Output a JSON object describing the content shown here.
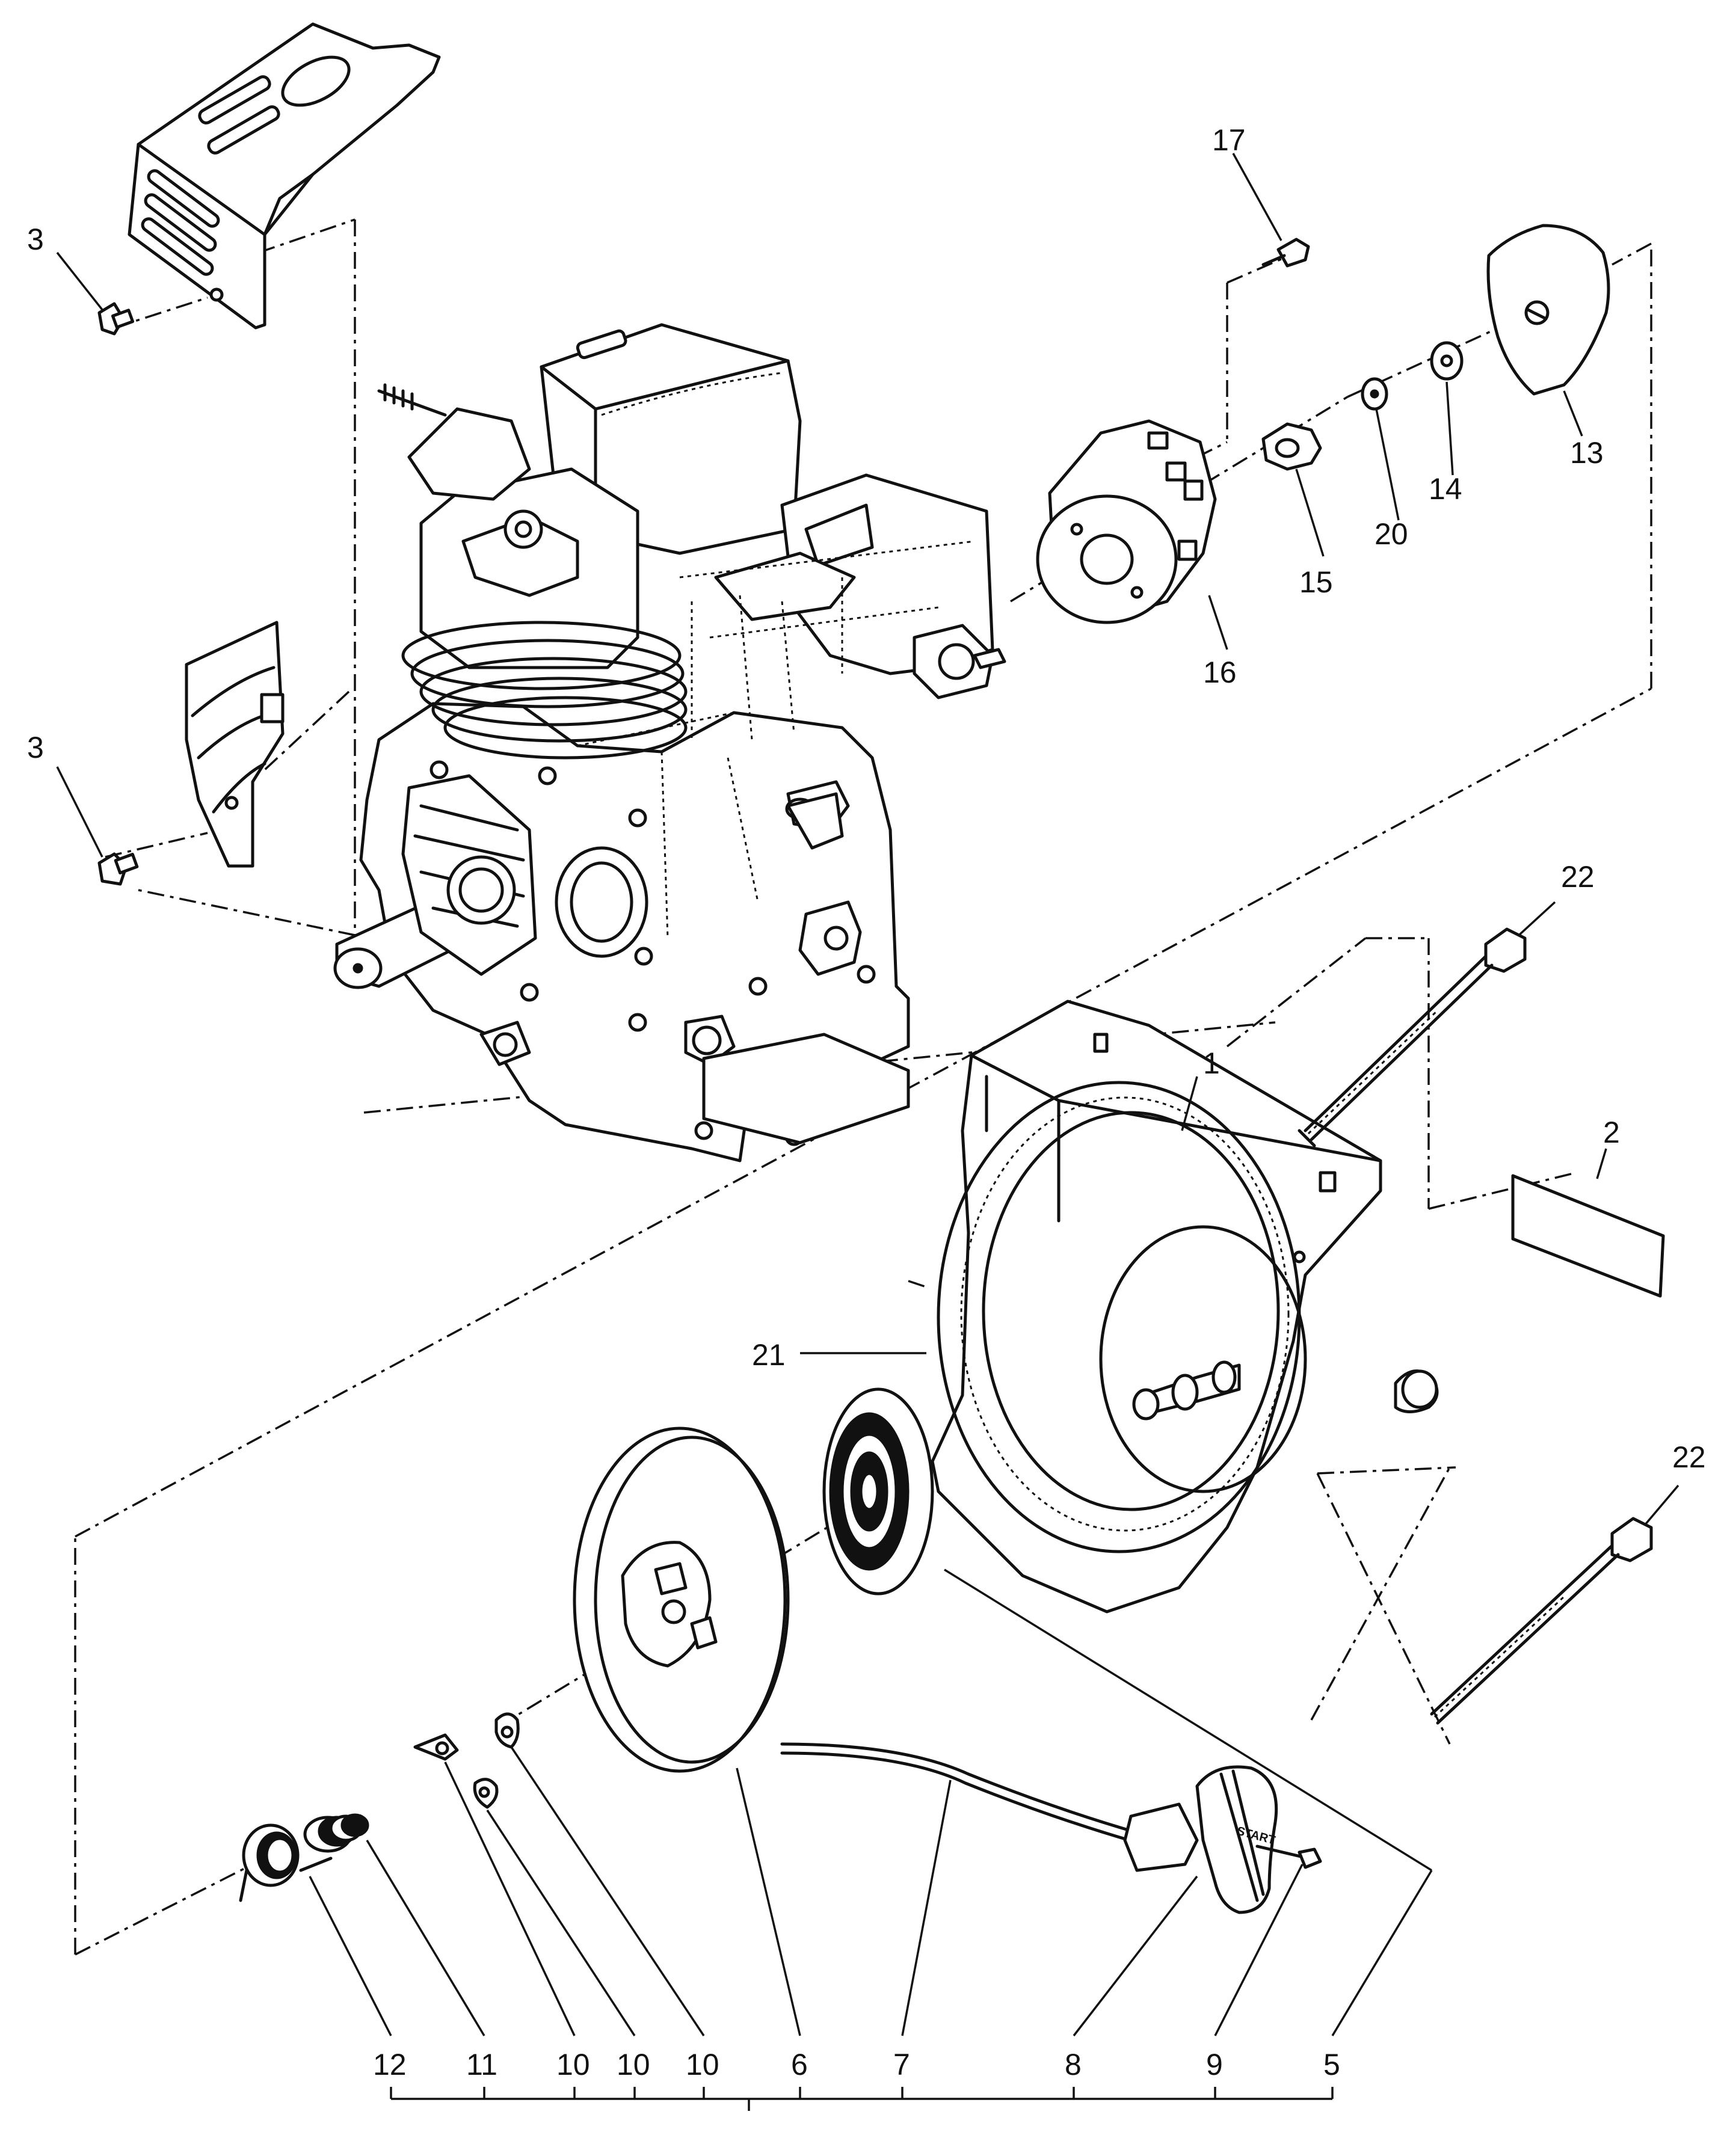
{
  "diagram": {
    "callouts": {
      "c1": "1",
      "c2": "2",
      "c3a": "3",
      "c3b": "3",
      "c5": "5",
      "c6": "6",
      "c7": "7",
      "c8": "8",
      "c9": "9",
      "c10a": "10",
      "c10b": "10",
      "c10c": "10",
      "c11": "11",
      "c12": "12",
      "c13": "13",
      "c14": "14",
      "c15": "15",
      "c16": "16",
      "c17": "17",
      "c20": "20",
      "c21": "21",
      "c22a": "22",
      "c22b": "22"
    },
    "handle_text": "START"
  }
}
